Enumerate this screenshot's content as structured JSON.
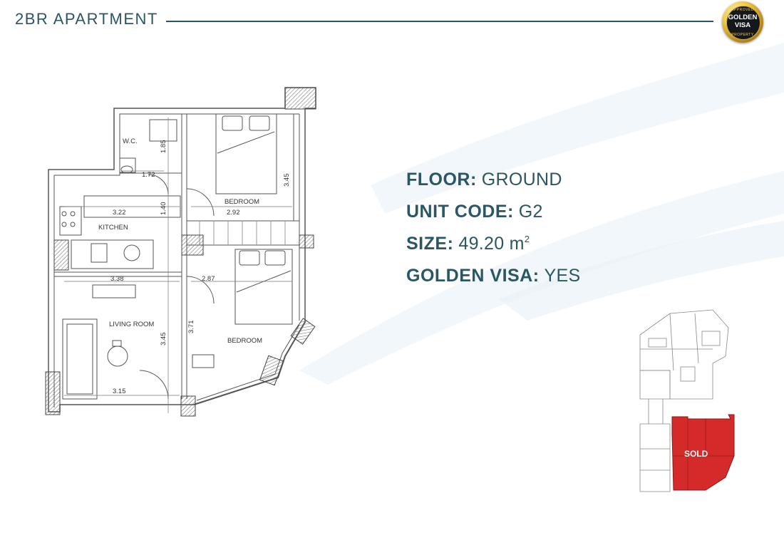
{
  "header": {
    "title": "2BR APARTMENT"
  },
  "badge": {
    "top": "APPROVED",
    "line1": "GOLDEN",
    "line2": "VISA",
    "bottom": "PROPERTY"
  },
  "floorplan": {
    "rooms": {
      "wc": "W.C.",
      "kitchen": "KITCHEN",
      "living": "LIVING ROOM",
      "bedroom1": "BEDROOM",
      "bedroom2": "BEDROOM"
    },
    "dims": {
      "wc_h": "1.85",
      "wc_w": "1.72",
      "corr_h": "1.40",
      "kitchen_w": "3.22",
      "bed1_w": "2.92",
      "bed1_h": "3.45",
      "living_w_top": "3.38",
      "bed2_w": "2.87",
      "living_h": "3.45",
      "bed2_h": "3.71",
      "living_w_bottom": "3.15"
    }
  },
  "info": {
    "floor": {
      "key": "FLOOR:",
      "value": "GROUND"
    },
    "unit": {
      "key": "UNIT CODE:",
      "value": "G2"
    },
    "size": {
      "key": "SIZE:",
      "value": "49.20 m",
      "sup": "2"
    },
    "visa": {
      "key": "GOLDEN VISA:",
      "value": "YES"
    }
  },
  "keyplan": {
    "sold_label": "SOLD"
  },
  "colors": {
    "brand": "#2b5663",
    "sold": "#d42a2a",
    "wall": "#555555"
  }
}
